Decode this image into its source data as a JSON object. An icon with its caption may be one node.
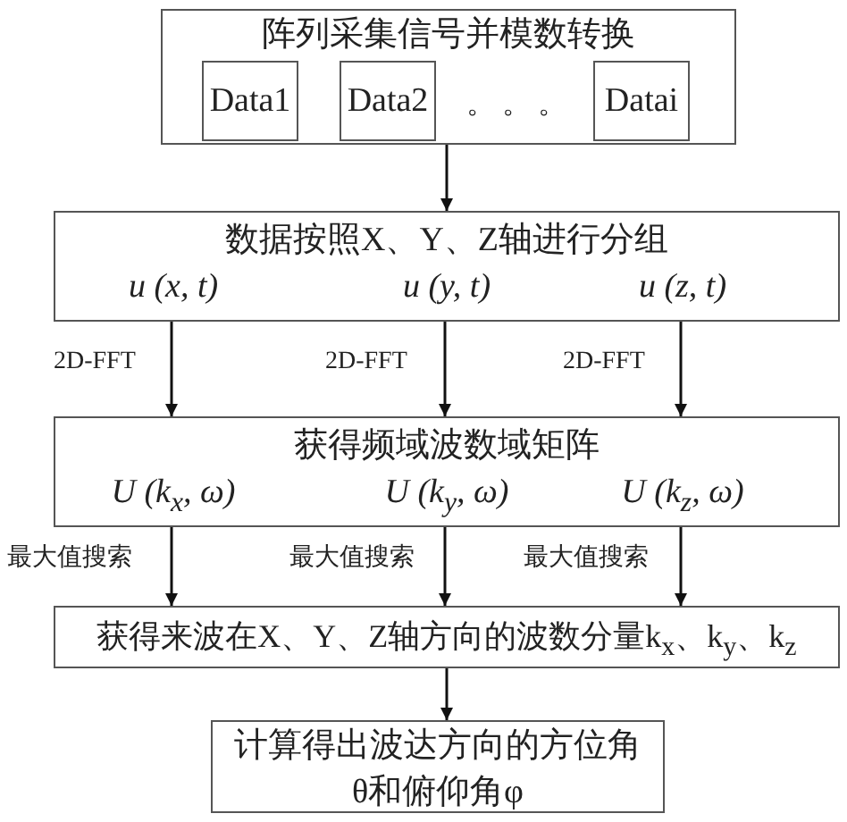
{
  "diagram": {
    "nodes": [
      {
        "text": [
          "阵列采集信号并模数转换"
        ]
      },
      {
        "text": [
          "Data1"
        ],
        "in": 0
      },
      {
        "text": [
          "Data2"
        ],
        "in": 0
      },
      {
        "text": [
          "Datai"
        ],
        "in": 0
      },
      {
        "text": [
          "数据按照X、Y、Z轴进行分组",
          "u (x, t)",
          "u (y, t)",
          "u (z, t)"
        ]
      },
      {
        "text": [
          "获得频域波数域矩阵",
          "U (k$_{x}$, ω)",
          "U (k$_{y}$, ω)",
          "U (k$_{z}$, ω)"
        ]
      },
      {
        "text": [
          "获得来波在X、Y、Z轴方向的波数分量k$_{x}$、k$_{y}$、k$_{z}$"
        ]
      },
      {
        "text": [
          "计算得出波达方向的方位角θ和俯仰角φ"
        ]
      }
    ],
    "edges": [
      {
        "from": 0,
        "to": 4,
        "arrow": "to"
      },
      {
        "from": 4,
        "to": 5,
        "arrow": "to",
        "label": "2D-FFT"
      },
      {
        "from": 4,
        "to": 5,
        "arrow": "to",
        "label": "2D-FFT"
      },
      {
        "from": 4,
        "to": 5,
        "arrow": "to",
        "label": "2D-FFT"
      },
      {
        "from": 5,
        "to": 6,
        "arrow": "to",
        "label": "最大值搜索"
      },
      {
        "from": 5,
        "to": 6,
        "arrow": "to",
        "label": "最大值搜索"
      },
      {
        "from": 5,
        "to": 6,
        "arrow": "to",
        "label": "最大值搜索"
      },
      {
        "from": 6,
        "to": 7,
        "arrow": "to"
      }
    ],
    "labels": [
      "。。。"
    ]
  }
}
